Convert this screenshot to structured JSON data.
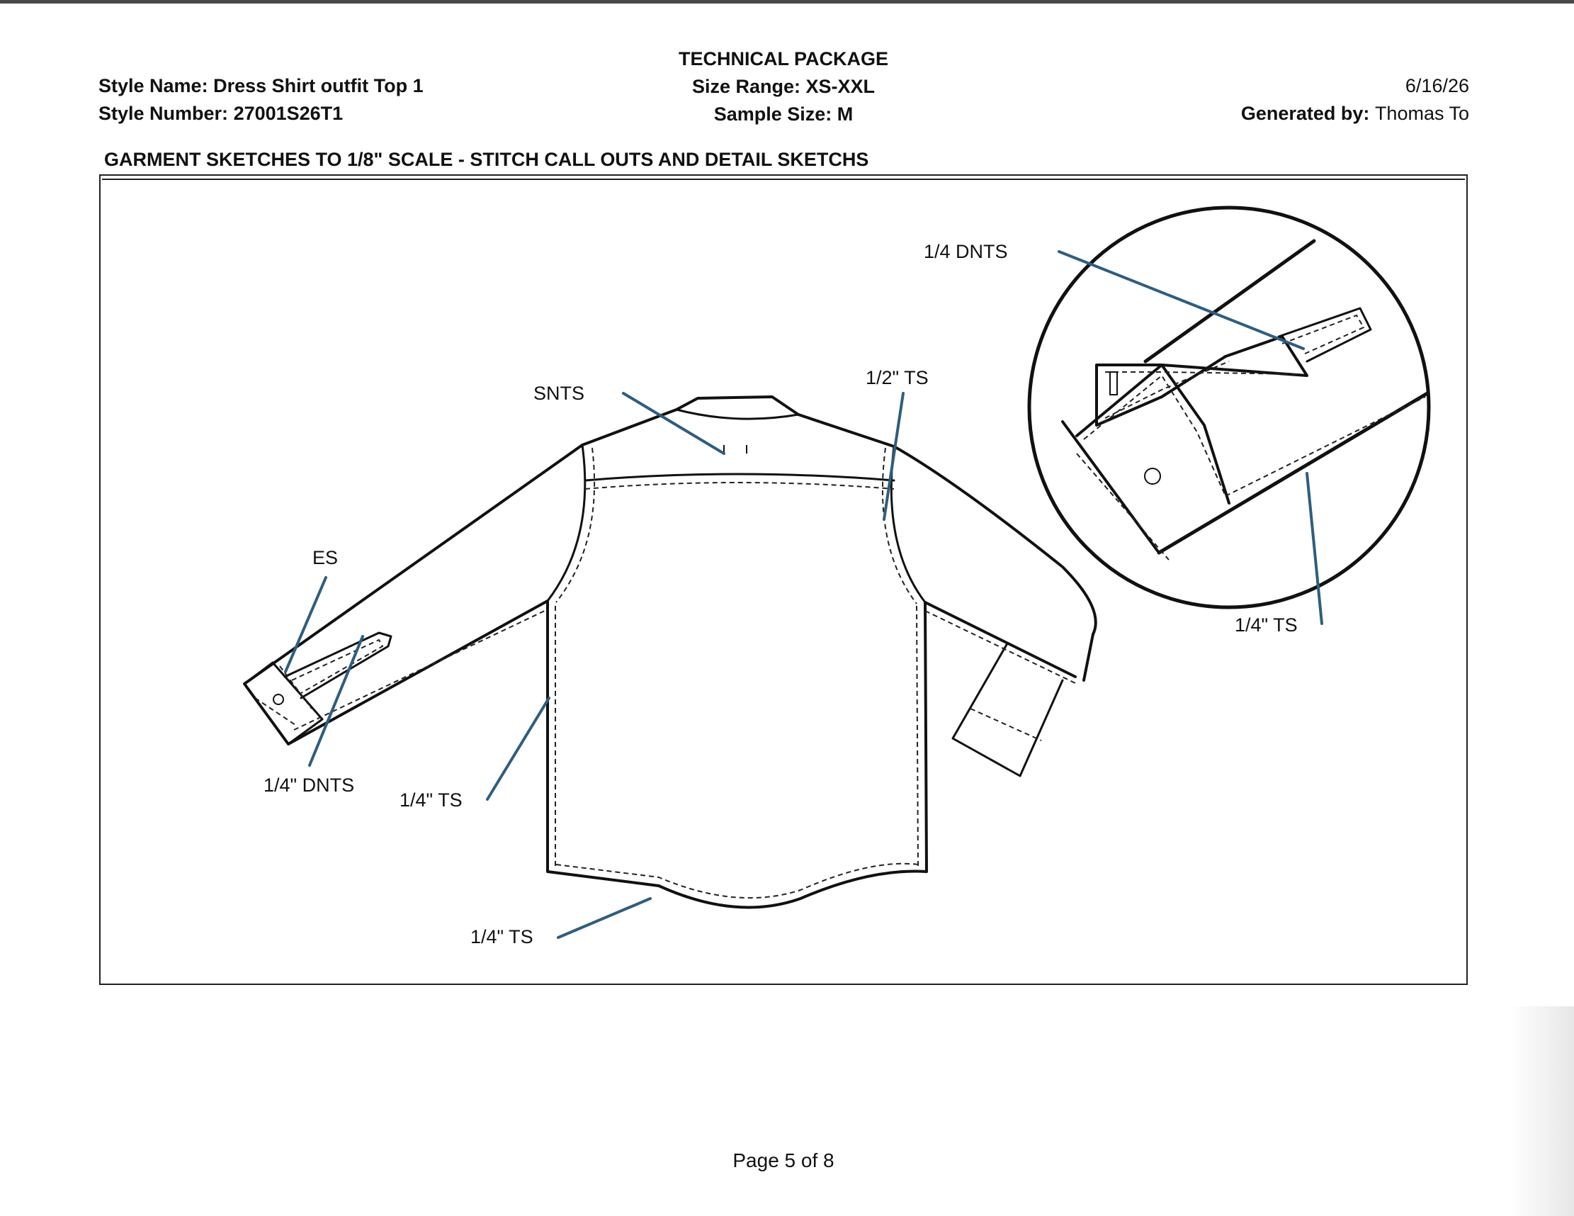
{
  "header": {
    "title": "TECHNICAL PACKAGE",
    "style_name_label": "Style Name:",
    "style_name": "Dress Shirt outfit Top 1",
    "style_number_label": "Style Number:",
    "style_number": "27001S26T1",
    "size_range_label": "Size Range:",
    "size_range": "XS-XXL",
    "sample_size_label": "Sample Size:",
    "sample_size": "M",
    "date": "6/16/26",
    "generated_by_label": "Generated by:",
    "generated_by": "Thomas To"
  },
  "section_title": "GARMENT SKETCHES TO 1/8\" SCALE - STITCH CALL OUTS AND DETAIL SKETCHS",
  "callouts": {
    "dnts_detail": "1/4 DNTS",
    "ts_yoke": "1/2\" TS",
    "snts": "SNTS",
    "es": "ES",
    "ts_cuff_detail": "1/4\" TS",
    "dnts_sleeve": "1/4\" DNTS",
    "ts_side": "1/4\" TS",
    "ts_hem": "1/4\" TS"
  },
  "callout_color": "#2f5d7e",
  "footer": {
    "page": "Page 5 of 8"
  }
}
